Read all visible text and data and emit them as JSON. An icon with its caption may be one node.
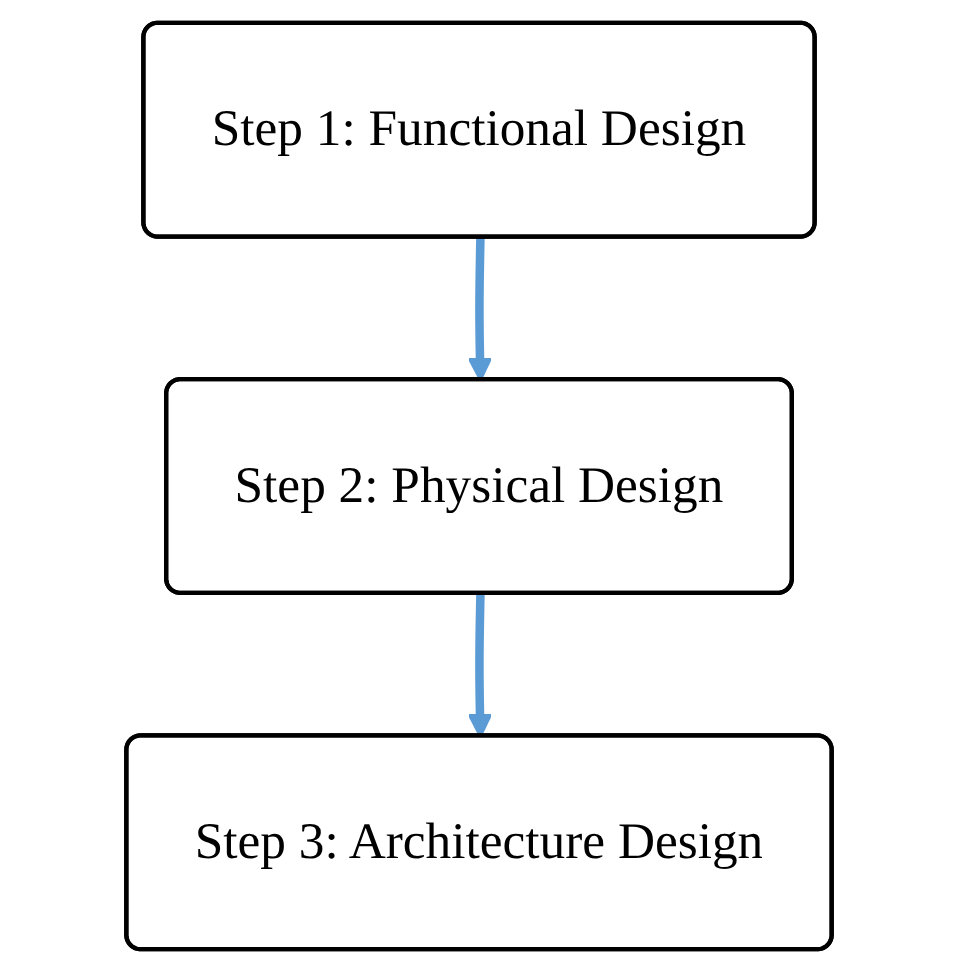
{
  "diagram": {
    "nodes": [
      {
        "text": [
          "Step 1: Functional Design"
        ]
      },
      {
        "text": [
          "Step 2: Physical Design"
        ]
      },
      {
        "text": [
          "Step 3: Architecture Design"
        ]
      }
    ],
    "edges": [
      {
        "from": 0,
        "to": 1,
        "arrow": "to"
      },
      {
        "from": 1,
        "to": 2,
        "arrow": "to"
      }
    ]
  }
}
